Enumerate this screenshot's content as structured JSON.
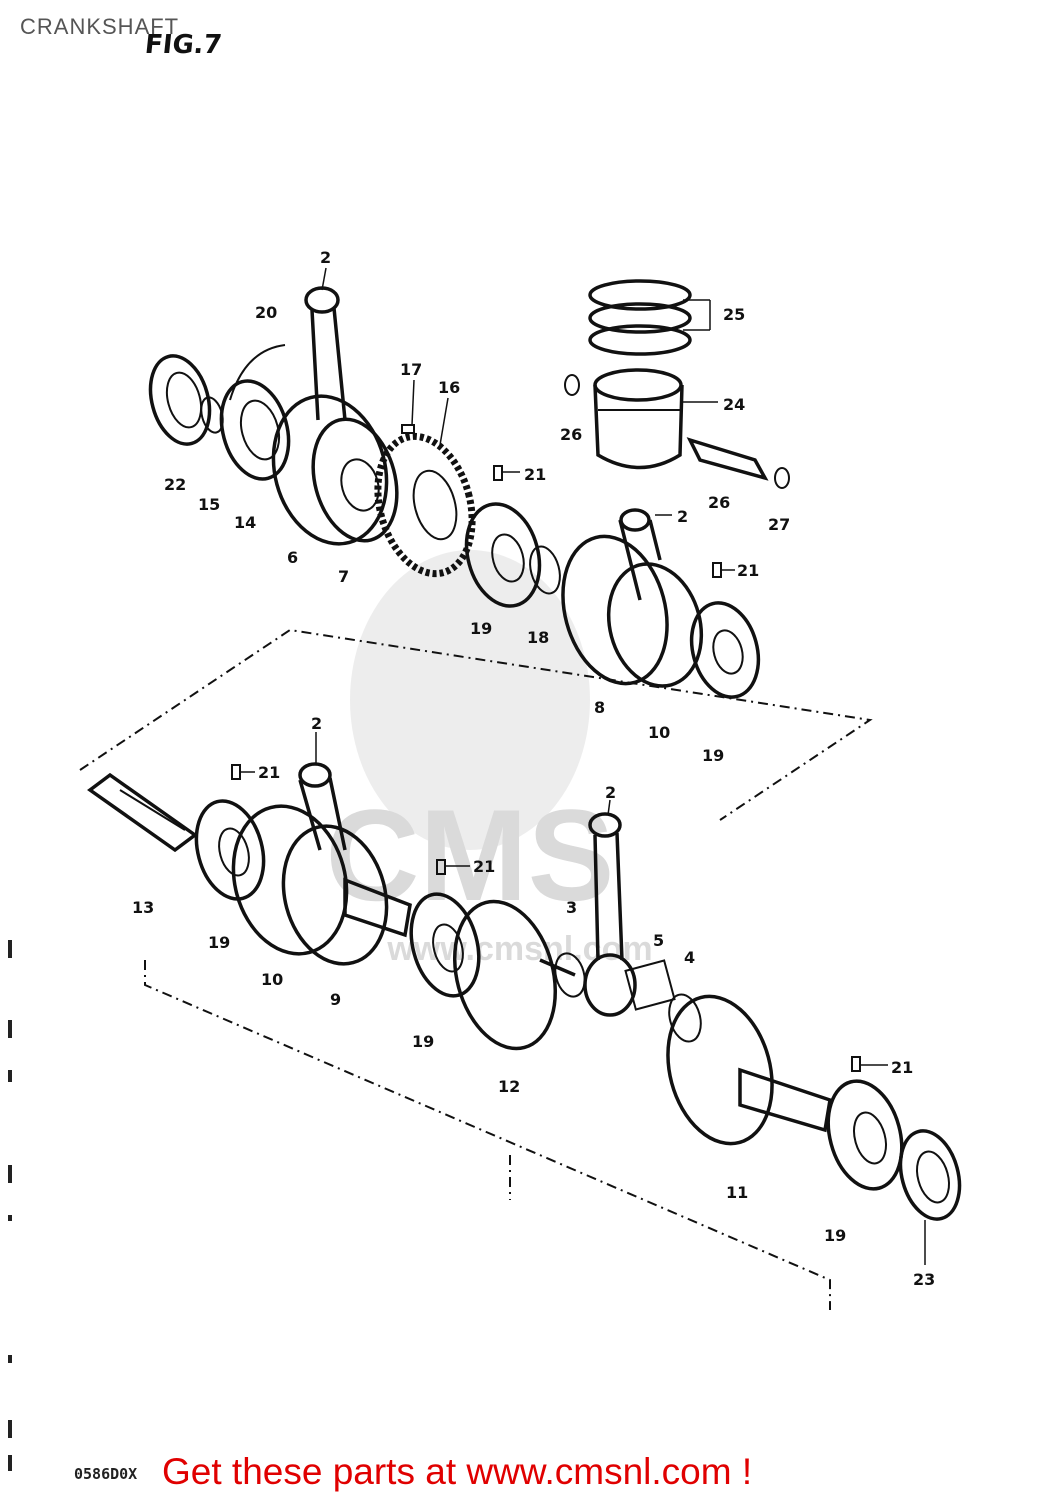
{
  "header": {
    "title": "CRANKSHAFT",
    "figure": "FIG.7"
  },
  "footer": {
    "code": "0586D0X",
    "cta": "Get these parts at www.cmsnl.com !"
  },
  "watermark": {
    "brand": "CMS",
    "site": "www.cmsnl.com"
  },
  "callouts": {
    "c2a": "2",
    "c20": "20",
    "c17": "17",
    "c16": "16",
    "c22": "22",
    "c15": "15",
    "c14": "14",
    "c6": "6",
    "c7": "7",
    "c25": "25",
    "c24": "24",
    "c26a": "26",
    "c26b": "26",
    "c27": "27",
    "c21a": "21",
    "c2b": "2",
    "c21b": "21",
    "c19a": "19",
    "c18": "18",
    "c8": "8",
    "c10a": "10",
    "c19b": "19",
    "c2c": "2",
    "c21c": "21",
    "c13": "13",
    "c19c": "19",
    "c10b": "10",
    "c9": "9",
    "c21d": "21",
    "c2d": "2",
    "c3": "3",
    "c5": "5",
    "c4": "4",
    "c19d": "19",
    "c12": "12",
    "c21e": "21",
    "c11": "11",
    "c19e": "19",
    "c23": "23"
  },
  "colors": {
    "ink": "#111111",
    "cta": "#e00000",
    "watermark": "#d8d8d8"
  }
}
